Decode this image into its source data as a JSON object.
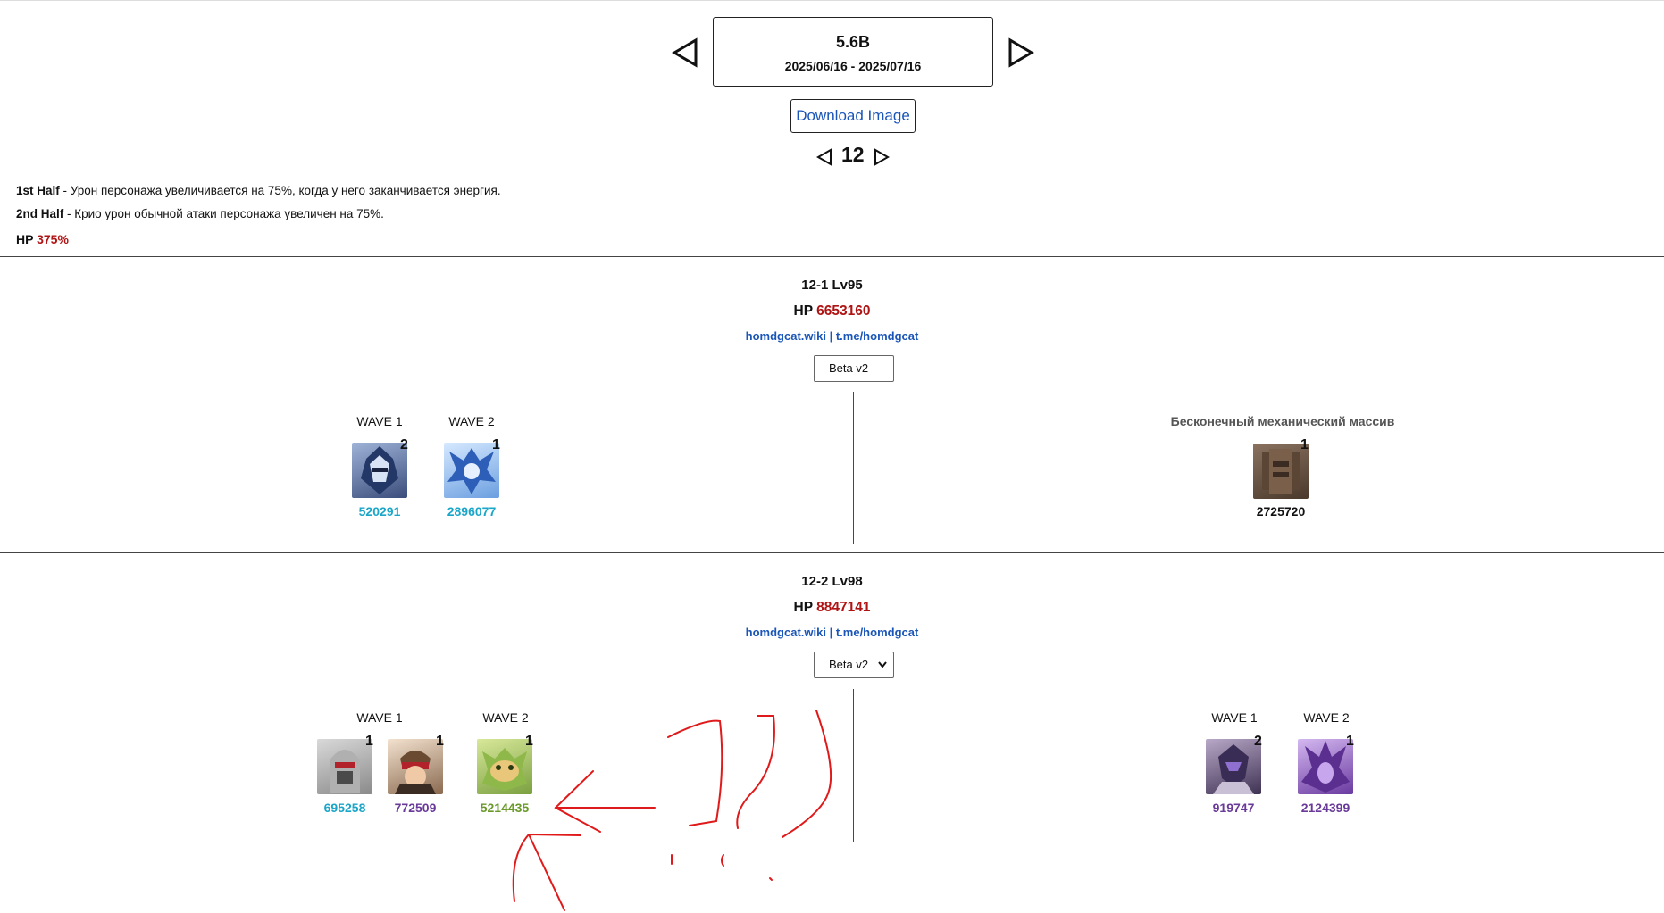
{
  "header": {
    "version": "5.6B",
    "dates": "2025/06/16 - 2025/07/16",
    "download_label": "Download Image",
    "floor": "12"
  },
  "buffs": {
    "first_half_label": "1st Half",
    "first_half_text": " - Урон персонажа увеличивается на 75%, когда у него заканчивается энергия.",
    "second_half_label": "2nd Half",
    "second_half_text": " - Крио урон обычной атаки персонажа увеличен на 75%.",
    "hp_label": "HP ",
    "hp_value": "375%"
  },
  "chambers": [
    {
      "title": "12-1 Lv95",
      "hp_label": "HP ",
      "hp_value": "6653160",
      "link_wiki": "homdgcat.wiki",
      "link_sep": " | ",
      "link_tg": "t.me/homdgcat",
      "select_value": "Beta v2",
      "left": {
        "waves": [
          {
            "label": "WAVE 1",
            "enemies": [
              {
                "count": "2",
                "hp": "520291",
                "icon": "ice-knight-icon"
              }
            ]
          },
          {
            "label": "WAVE 2",
            "enemies": [
              {
                "count": "1",
                "hp": "2896077",
                "icon": "ice-dragon-icon"
              }
            ]
          }
        ]
      },
      "right": {
        "title": "Бесконечный механический массив",
        "enemies": [
          {
            "count": "1",
            "hp": "2725720",
            "icon": "mech-array-icon"
          }
        ]
      }
    },
    {
      "title": "12-2 Lv98",
      "hp_label": "HP ",
      "hp_value": "8847141",
      "link_wiki": "homdgcat.wiki",
      "link_sep": " | ",
      "link_tg": "t.me/homdgcat",
      "select_value": "Beta v2",
      "left": {
        "waves": [
          {
            "label": "WAVE 1",
            "enemies": [
              {
                "count": "1",
                "hp": "695258",
                "icon": "masked-hunter-icon"
              },
              {
                "count": "1",
                "hp": "772509",
                "icon": "goggle-hunter-icon"
              }
            ]
          },
          {
            "label": "WAVE 2",
            "enemies": [
              {
                "count": "1",
                "hp": "5214435",
                "icon": "dragon-beast-icon"
              }
            ]
          }
        ]
      },
      "right": {
        "waves": [
          {
            "label": "WAVE 1",
            "enemies": [
              {
                "count": "2",
                "hp": "919747",
                "icon": "dark-knight-icon"
              }
            ]
          },
          {
            "label": "WAVE 2",
            "enemies": [
              {
                "count": "1",
                "hp": "2124399",
                "icon": "void-dragon-icon"
              }
            ]
          }
        ]
      }
    }
  ],
  "colors": {
    "hp_red": "#b01313",
    "link_blue": "#1a55b8",
    "hp_cyan": "#1aa6c8",
    "hp_purple": "#6a3a9a",
    "hp_green": "#6a9a2a",
    "scribble_red": "#e01a1a"
  }
}
